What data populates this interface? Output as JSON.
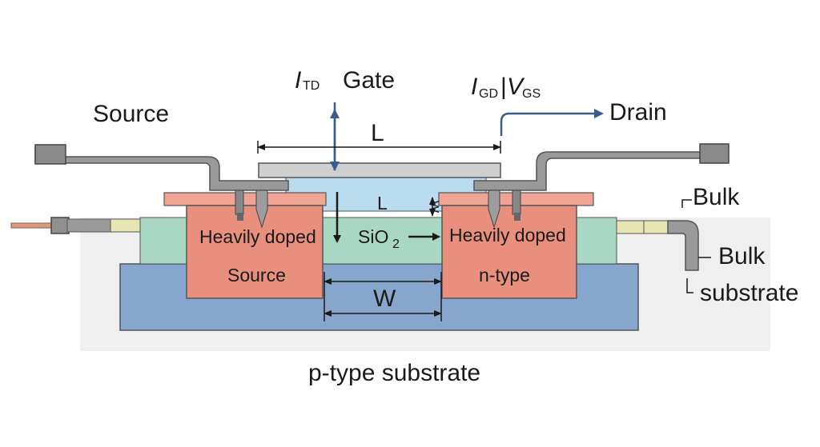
{
  "labels": {
    "source": "Source",
    "gate": "Gate",
    "drain": "Drain",
    "i_td_main": "I",
    "i_td_sub": "TD",
    "i_gd_main": "I",
    "i_gd_sub": "GD",
    "separator": "|",
    "v_gs_main": "V",
    "v_gs_sub": "GS",
    "length_top": "L",
    "length_channel": "L",
    "width_small": "W",
    "width_bottom": "W",
    "oxide_main": "SiO",
    "oxide_sub": "2",
    "left_region_line1": "Heavily doped",
    "left_region_line2": "Source",
    "right_region_line1": "Heavily doped",
    "right_region_line2": "n-type",
    "bulk": "Bulk",
    "bulk_substrate_line1": "Bulk",
    "bulk_substrate_line2": "substrate",
    "p_type_substrate": "p-type substrate"
  },
  "colors": {
    "substrate_bg": "#efefef",
    "p_substrate": "#87a6cd",
    "well": "#a8d8c3",
    "n_region": "#e8907d",
    "n_region_top": "#f0a594",
    "oxide": "#b9dcef",
    "metal": "#8f8f8f",
    "metal_dark": "#5a5a5a",
    "drain_arrow": "#3a5c8c",
    "pad_yellow": "#e7e5b4",
    "pin_copper": "#d89a7f"
  }
}
